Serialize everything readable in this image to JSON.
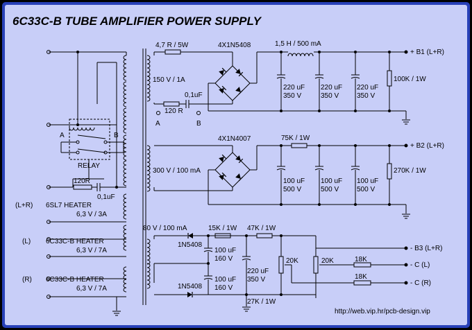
{
  "title": "6C33C-B TUBE AMPLIFIER POWER SUPPLY",
  "url": "http://web.vip.hr/pcb-design.vip",
  "colors": {
    "background": "#c8cef8",
    "frame": "#2840b8",
    "wire": "#000000"
  },
  "section_b1": {
    "resistor": "4,7 R / 5W",
    "bridge": "4X1N5408",
    "choke": "1,5 H / 500 mA",
    "output": "+ B1  (L+R)",
    "winding": "150 V / 1A",
    "series_r": "120 R",
    "series_c": "0,1uF",
    "point_a": "A",
    "point_b": "B",
    "caps": [
      {
        "value": "220 uF",
        "voltage": "350 V"
      },
      {
        "value": "220 uF",
        "voltage": "350 V"
      },
      {
        "value": "220 uF",
        "voltage": "350 V"
      }
    ],
    "load": "100K / 1W"
  },
  "section_b2": {
    "bridge": "4X1N4007",
    "resistor": "75K / 1W",
    "output": "+ B2  (L+R)",
    "winding": "300 V / 100 mA",
    "caps": [
      {
        "value": "100 uF",
        "voltage": "500 V"
      },
      {
        "value": "100 uF",
        "voltage": "500 V"
      },
      {
        "value": "100 uF",
        "voltage": "500 V"
      }
    ],
    "load": "270K / 1W"
  },
  "section_b3": {
    "winding": "80 V / 100 mA",
    "r1": "15K / 1W",
    "r2": "47K / 1W",
    "diode_top": "1N5408",
    "diode_bottom": "1N5408",
    "cap_top": {
      "value": "100 uF",
      "voltage": "160 V"
    },
    "cap_bottom": {
      "value": "100 uF",
      "voltage": "160 V"
    },
    "cap_mid": {
      "value": "220 uF",
      "voltage": "350 V"
    },
    "pot1": "20K",
    "pot2": "20K",
    "r_c1": "18K",
    "r_c2": "18K",
    "r_bottom": "27K / 1W",
    "out_b3": "- B3  (L+R)",
    "out_cl": "- C   (L)",
    "out_cr": "- C   (R)"
  },
  "relay": {
    "label": "RELAY",
    "a": "A",
    "b": "B"
  },
  "snubber": {
    "r": "120R",
    "c": "0,1uF"
  },
  "heaters": [
    {
      "tag": "(L+R)",
      "name": "6SL7 HEATER",
      "rating": "6,3 V / 3A"
    },
    {
      "tag": "(L)",
      "name": "6C33C-B HEATER",
      "rating": "6,3 V / 7A"
    },
    {
      "tag": "(R)",
      "name": "6C33C-B HEATER",
      "rating": "6,3 V / 7A"
    }
  ]
}
